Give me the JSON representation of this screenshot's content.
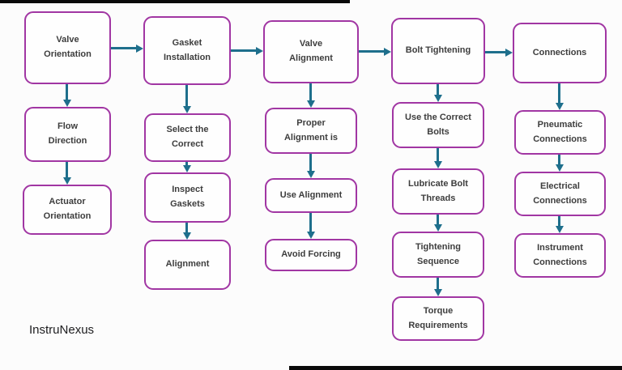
{
  "brand": {
    "name": "InstruNexus"
  },
  "theme": {
    "node-border": "#a136a3",
    "arrow": "#1e6f8c",
    "text": "#3d3d3d"
  },
  "flowchart": {
    "columns": [
      {
        "header": "Valve Orientation",
        "nodes": [
          "Flow Direction",
          "Actuator Orientation"
        ]
      },
      {
        "header": "Gasket Installation",
        "nodes": [
          "Select the Correct",
          "Inspect Gaskets",
          "Alignment"
        ]
      },
      {
        "header": "Valve Alignment",
        "nodes": [
          "Proper Alignment is",
          "Use Alignment",
          "Avoid Forcing"
        ]
      },
      {
        "header": "Bolt Tightening",
        "nodes": [
          "Use the Correct Bolts",
          "Lubricate Bolt Threads",
          "Tightening Sequence",
          "Torque Requirements"
        ]
      },
      {
        "header": "Connections",
        "nodes": [
          "Pneumatic Connections",
          "Electrical Connections",
          "Instrument Connections"
        ]
      }
    ]
  }
}
